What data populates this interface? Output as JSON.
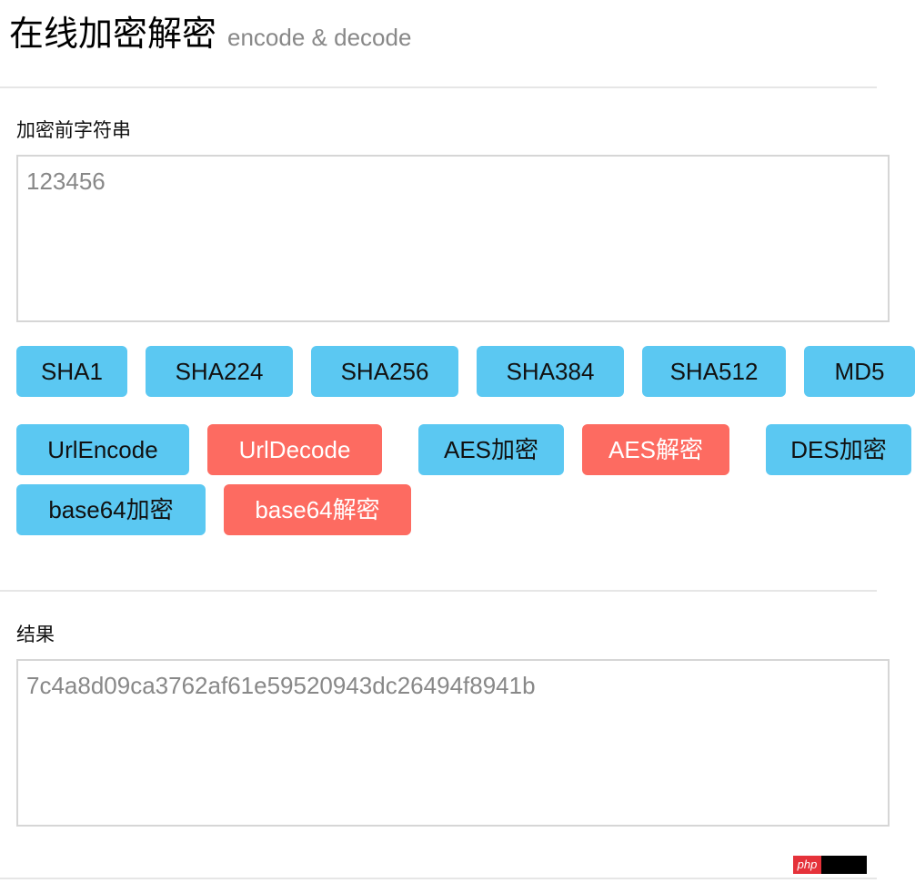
{
  "header": {
    "title": "在线加密解密",
    "subtitle": "encode & decode"
  },
  "input_section": {
    "label": "加密前字符串",
    "value": "123456"
  },
  "buttons": {
    "row1": [
      {
        "label": "SHA1",
        "style": "blue"
      },
      {
        "label": "SHA224",
        "style": "blue"
      },
      {
        "label": "SHA256",
        "style": "blue"
      },
      {
        "label": "SHA384",
        "style": "blue"
      },
      {
        "label": "SHA512",
        "style": "blue"
      },
      {
        "label": "MD5",
        "style": "blue"
      }
    ],
    "row2": [
      {
        "label": "UrlEncode",
        "style": "blue"
      },
      {
        "label": "UrlDecode",
        "style": "red"
      },
      {
        "label": "AES加密",
        "style": "blue"
      },
      {
        "label": "AES解密",
        "style": "red"
      },
      {
        "label": "DES加密",
        "style": "blue"
      }
    ],
    "row3": [
      {
        "label": "base64加密",
        "style": "blue"
      },
      {
        "label": "base64解密",
        "style": "red"
      }
    ]
  },
  "result_section": {
    "label": "结果",
    "value": "7c4a8d09ca3762af61e59520943dc26494f8941b"
  },
  "watermark": {
    "text": "php"
  },
  "colors": {
    "button_blue": "#5bc8f2",
    "button_red": "#fd6b61",
    "border": "#d6d6d6",
    "muted_text": "#888888"
  }
}
